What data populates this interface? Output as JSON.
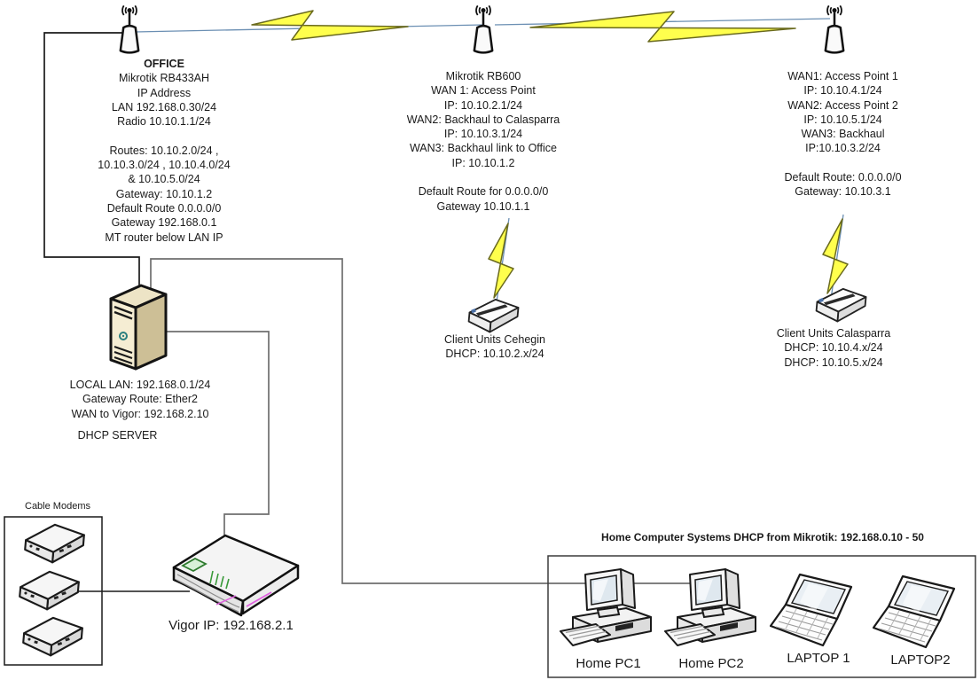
{
  "colors": {
    "bolt_fill": "#FFFF4D",
    "bolt_stroke": "#6A6A1E",
    "radio_line": "#6B8FB3",
    "wire_dark": "#1A1A1A",
    "wire_gray": "#6E6E6E",
    "server_front": "#F5EDD3",
    "server_side": "#CDBF96",
    "vigor_green": "#3A9A3A",
    "vigor_magenta": "#E060E0",
    "text": "#1A1A1A"
  },
  "icons": {
    "antenna": "wireless-antenna-icon",
    "bolt": "wireless-link-bolt-icon",
    "server": "server-tower-icon",
    "radio_client": "radio-client-unit-icon",
    "cable_modem": "cable-modem-icon",
    "vigor": "vigor-router-icon",
    "desktop": "desktop-pc-icon",
    "laptop": "laptop-icon"
  },
  "office": {
    "lines": [
      "OFFICE",
      "Mikrotik RB433AH",
      "IP Address",
      "LAN 192.168.0.30/24",
      "Radio 10.10.1.1/24",
      "",
      "Routes: 10.10.2.0/24 ,",
      "10.10.3.0/24 , 10.10.4.0/24",
      "& 10.10.5.0/24",
      "Gateway: 10.10.1.2",
      "Default Route 0.0.0.0/0",
      "Gateway 192.168.0.1",
      "MT router below LAN IP"
    ]
  },
  "rb600": {
    "lines": [
      "Mikrotik RB600",
      "WAN 1: Access Point",
      "IP: 10.10.2.1/24",
      "WAN2: Backhaul to Calasparra",
      "IP: 10.10.3.1/24",
      "WAN3: Backhaul link to Office",
      "IP: 10.10.1.2",
      "",
      "Default Route for 0.0.0.0/0",
      "Gateway 10.10.1.1"
    ]
  },
  "calasparra_ap": {
    "lines": [
      "WAN1: Access Point 1",
      "IP: 10.10.4.1/24",
      "WAN2: Access Point 2",
      "IP: 10.10.5.1/24",
      "WAN3: Backhaul",
      "IP:10.10.3.2/24",
      "",
      "Default Route: 0.0.0.0/0",
      "Gateway: 10.10.3.1"
    ]
  },
  "server": {
    "lines": [
      "LOCAL LAN: 192.168.0.1/24",
      "Gateway Route: Ether2",
      "WAN to Vigor: 192.168.2.10"
    ],
    "caption": "DHCP SERVER"
  },
  "client_cehegin": {
    "lines": [
      "Client Units Cehegin",
      "DHCP: 10.10.2.x/24"
    ]
  },
  "client_calasparra": {
    "lines": [
      "Client Units Calasparra",
      "DHCP: 10.10.4.x/24",
      "DHCP: 10.10.5.x/24"
    ]
  },
  "cable_modems": {
    "label": "Cable Modems"
  },
  "vigor": {
    "label": "Vigor IP: 192.168.2.1"
  },
  "home_network": {
    "title": "Home Computer Systems DHCP from Mikrotik: 192.168.0.10 - 50",
    "devices": [
      "Home PC1",
      "Home PC2",
      "LAPTOP 1",
      "LAPTOP2"
    ]
  }
}
